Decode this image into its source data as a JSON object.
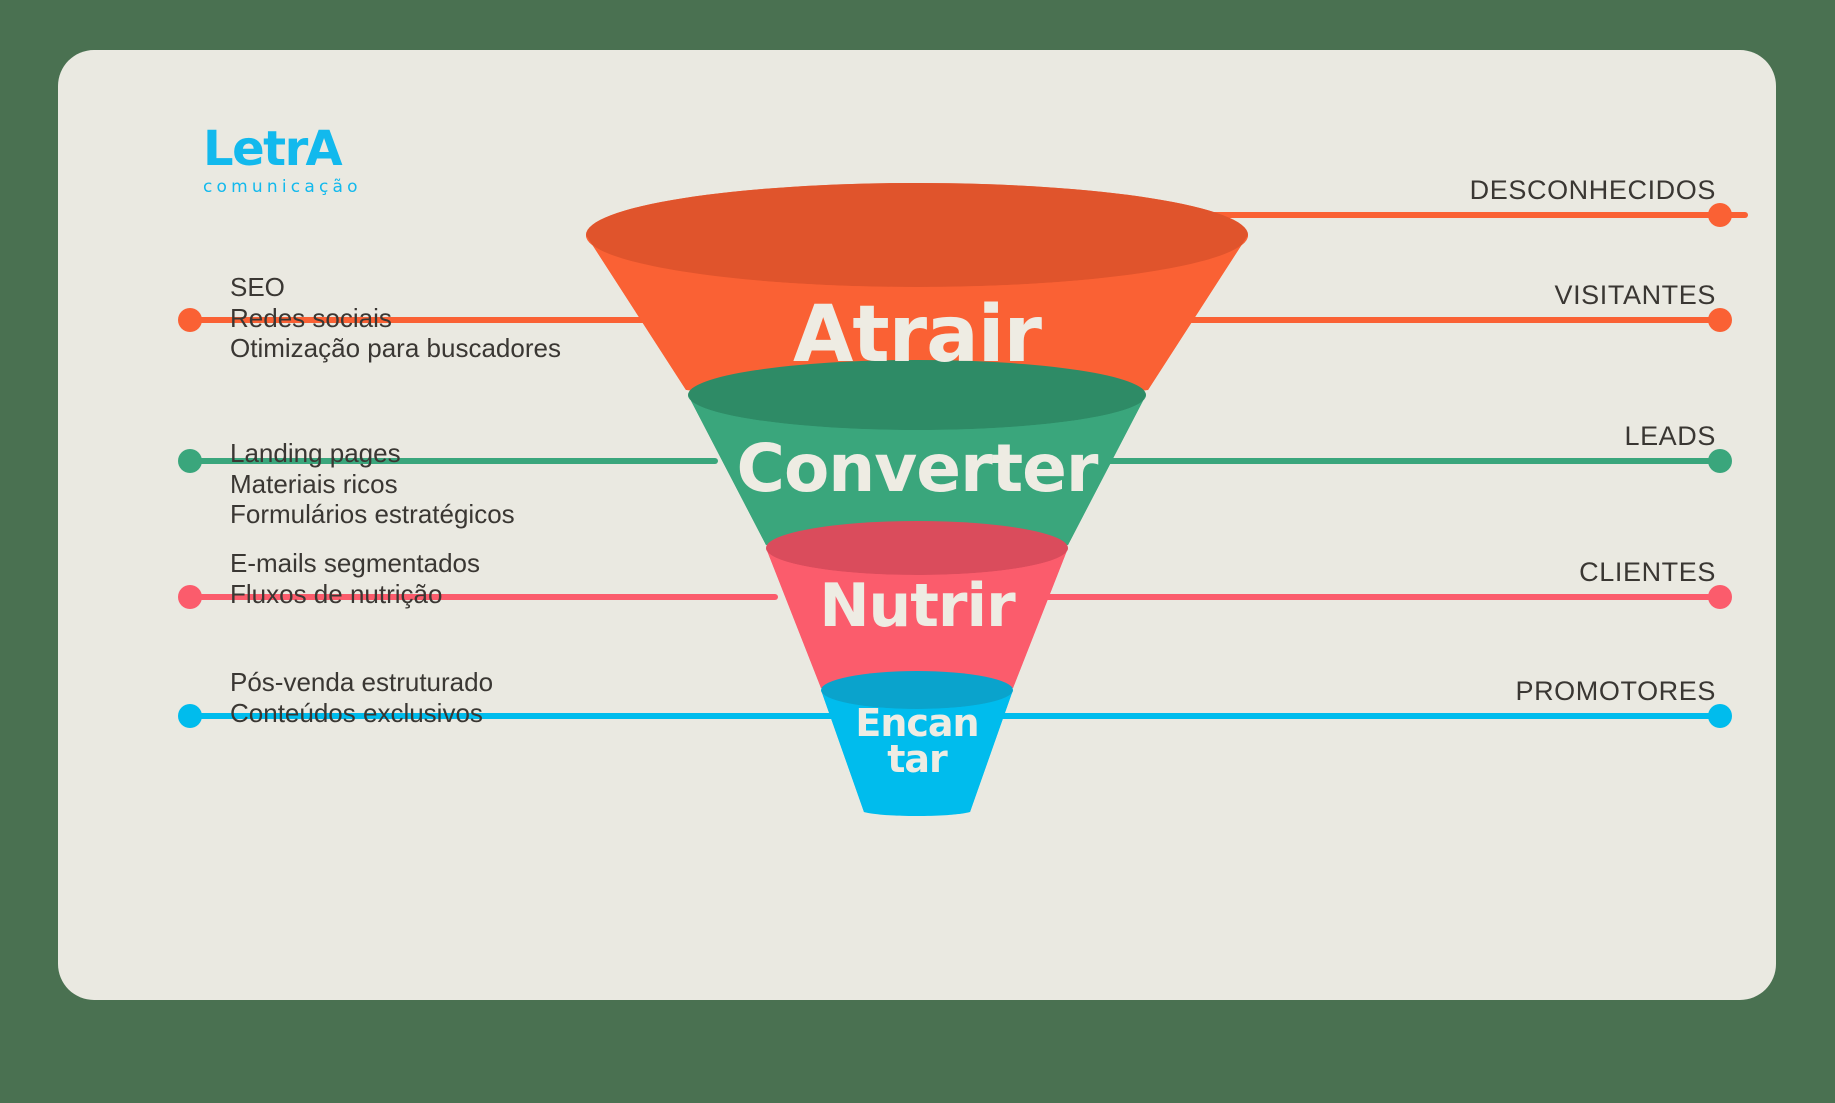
{
  "meta": {
    "page_background": "#4a7151",
    "card_background": "#eae9e1",
    "text_color": "#3a3733",
    "stage_label_color": "#eeece3"
  },
  "logo": {
    "wordmark_part1": "Letr",
    "wordmark_part2": "a",
    "wordmark_part3": "A",
    "tagline": "comunicação",
    "color": "#12b9ed"
  },
  "chart_data": {
    "type": "funnel",
    "title": "Funil de marketing",
    "stages": [
      {
        "label": "Atrair",
        "color": "#fa6134",
        "color_top": "#e0542c",
        "right_labels": [
          "DESCONHECIDOS",
          "VISITANTES"
        ],
        "left_tactics": [
          "SEO",
          "Redes sociais",
          "Otimização para buscadores"
        ]
      },
      {
        "label": "Converter",
        "color": "#3aa67c",
        "color_top": "#2e8b66",
        "right_labels": [
          "LEADS"
        ],
        "left_tactics": [
          "Landing pages",
          "Materiais ricos",
          "Formulários estratégicos"
        ]
      },
      {
        "label": "Nutrir",
        "color": "#fb5c6c",
        "color_top": "#da4c5c",
        "right_labels": [
          "CLIENTES"
        ],
        "left_tactics": [
          "E-mails segmentados",
          "Fluxos de nutrição"
        ]
      },
      {
        "label": "Encan\ntar",
        "label_line1": "Encan",
        "label_line2": "tar",
        "color": "#00bced",
        "color_top": "#0aa3cc",
        "right_labels": [
          "PROMOTORES"
        ],
        "left_tactics": [
          "Pós-venda estruturado",
          "Conteúdos exclusivos"
        ]
      }
    ]
  },
  "connectors": [
    {
      "name": "desconhecidos",
      "color": "#fa6134",
      "side": "right",
      "label": "DESCONHECIDOS"
    },
    {
      "name": "visitantes",
      "color": "#fa6134",
      "side": "both",
      "label": "VISITANTES"
    },
    {
      "name": "leads",
      "color": "#3aa67c",
      "side": "both",
      "label": "LEADS"
    },
    {
      "name": "clientes",
      "color": "#fb5c6c",
      "side": "both",
      "label": "CLIENTES"
    },
    {
      "name": "promotores",
      "color": "#00bced",
      "side": "both",
      "label": "PROMOTORES"
    }
  ],
  "left_blocks": [
    {
      "lines": [
        "SEO",
        "Redes sociais",
        "Otimização para buscadores"
      ]
    },
    {
      "lines": [
        "Landing pages",
        "Materiais ricos",
        "Formulários estratégicos"
      ]
    },
    {
      "lines": [
        "E-mails segmentados",
        "Fluxos de nutrição"
      ]
    },
    {
      "lines": [
        "Pós-venda estruturado",
        "Conteúdos exclusivos"
      ]
    }
  ],
  "right_labels": [
    "DESCONHECIDOS",
    "VISITANTES",
    "LEADS",
    "CLIENTES",
    "PROMOTORES"
  ]
}
